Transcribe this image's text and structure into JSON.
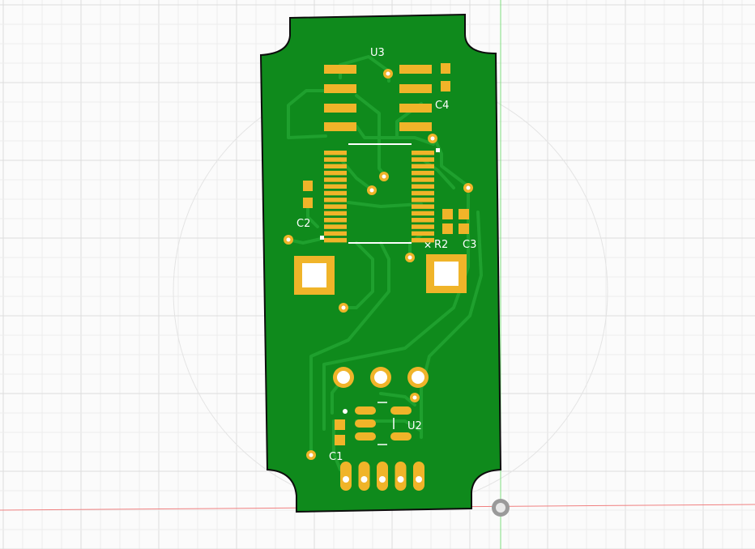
{
  "colors": {
    "background": "#fbfbfb",
    "grid_minor": "#ececec",
    "grid_major": "#dcdcdc",
    "board_outline": "#0d0d0d",
    "board_fill": "#0f8a1c",
    "copper_trace": "#1fa02e",
    "pad_gold": "#f0b429",
    "pad_hole": "#ffffff",
    "silkscreen": "#ffffff",
    "axis_x": "#f08080",
    "axis_y": "#7fdc7f"
  },
  "labels": {
    "u3": "U3",
    "c4": "C4",
    "c2": "C2",
    "r2": "R2",
    "c3": "C3",
    "u2": "U2",
    "c1": "C1"
  },
  "icons": {
    "origin": "origin-marker-icon"
  }
}
